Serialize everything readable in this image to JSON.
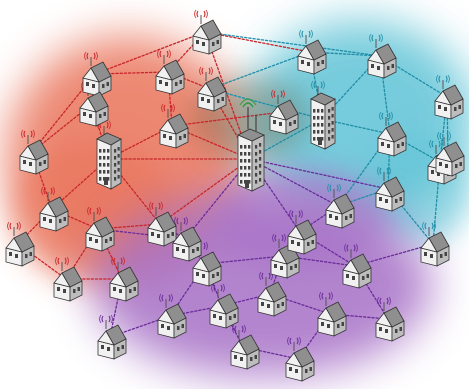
{
  "colors": {
    "background": "#ffffff",
    "red_region": "#e9735a",
    "cyan_region": "#5fc3d6",
    "purple_region": "#a66fc6",
    "red_link": "#c8262a",
    "cyan_link": "#1f8ea6",
    "purple_link": "#6a2c9a",
    "gateway_link": "#c8262a",
    "green_signal": "#2f9a3a",
    "house_wall": "#f1f1f1",
    "house_side": "#bdbdbd",
    "house_roof": "#8f8f8f",
    "house_outline": "#333333",
    "window": "#444444"
  },
  "network": {
    "regions": [
      {
        "name": "red-cell",
        "color": "#e9735a"
      },
      {
        "name": "cyan-cell",
        "color": "#5fc3d6"
      },
      {
        "name": "purple-cell",
        "color": "#a66fc6"
      }
    ],
    "gateway": {
      "kind": "tower",
      "icon": "gateway-tower-icon"
    },
    "nodes": [
      {
        "id": "r1",
        "kind": "house",
        "group": "red"
      },
      {
        "id": "r2",
        "kind": "house",
        "group": "red"
      },
      {
        "id": "r3",
        "kind": "house",
        "group": "red"
      },
      {
        "id": "r4",
        "kind": "house",
        "group": "red"
      },
      {
        "id": "r5",
        "kind": "house",
        "group": "red"
      },
      {
        "id": "r6",
        "kind": "tower",
        "group": "red"
      },
      {
        "id": "r7",
        "kind": "house",
        "group": "red"
      },
      {
        "id": "r8",
        "kind": "house",
        "group": "red"
      },
      {
        "id": "r9",
        "kind": "house",
        "group": "red"
      },
      {
        "id": "r10",
        "kind": "house",
        "group": "red"
      },
      {
        "id": "r11",
        "kind": "house",
        "group": "red"
      },
      {
        "id": "r12",
        "kind": "house",
        "group": "red"
      },
      {
        "id": "r13",
        "kind": "house",
        "group": "red"
      },
      {
        "id": "r14",
        "kind": "house",
        "group": "red"
      },
      {
        "id": "r15",
        "kind": "house",
        "group": "red"
      },
      {
        "id": "c1",
        "kind": "house",
        "group": "cyan"
      },
      {
        "id": "c2",
        "kind": "house",
        "group": "cyan"
      },
      {
        "id": "c3",
        "kind": "house",
        "group": "cyan"
      },
      {
        "id": "c4",
        "kind": "house",
        "group": "cyan"
      },
      {
        "id": "c5",
        "kind": "tower",
        "group": "cyan"
      },
      {
        "id": "c6",
        "kind": "house",
        "group": "cyan"
      },
      {
        "id": "c7",
        "kind": "house",
        "group": "cyan"
      },
      {
        "id": "c8",
        "kind": "house",
        "group": "cyan"
      },
      {
        "id": "c9",
        "kind": "house",
        "group": "cyan"
      },
      {
        "id": "c10",
        "kind": "house",
        "group": "cyan"
      },
      {
        "id": "p1",
        "kind": "house",
        "group": "purple"
      },
      {
        "id": "p2",
        "kind": "house",
        "group": "purple"
      },
      {
        "id": "p3",
        "kind": "house",
        "group": "purple"
      },
      {
        "id": "p4",
        "kind": "house",
        "group": "purple"
      },
      {
        "id": "p5",
        "kind": "house",
        "group": "purple"
      },
      {
        "id": "p6",
        "kind": "house",
        "group": "purple"
      },
      {
        "id": "p7",
        "kind": "house",
        "group": "purple"
      },
      {
        "id": "p8",
        "kind": "house",
        "group": "purple"
      },
      {
        "id": "p9",
        "kind": "house",
        "group": "purple"
      },
      {
        "id": "p10",
        "kind": "house",
        "group": "purple"
      },
      {
        "id": "p11",
        "kind": "house",
        "group": "purple"
      },
      {
        "id": "p12",
        "kind": "house",
        "group": "purple"
      },
      {
        "id": "p13",
        "kind": "house",
        "group": "purple"
      }
    ]
  }
}
